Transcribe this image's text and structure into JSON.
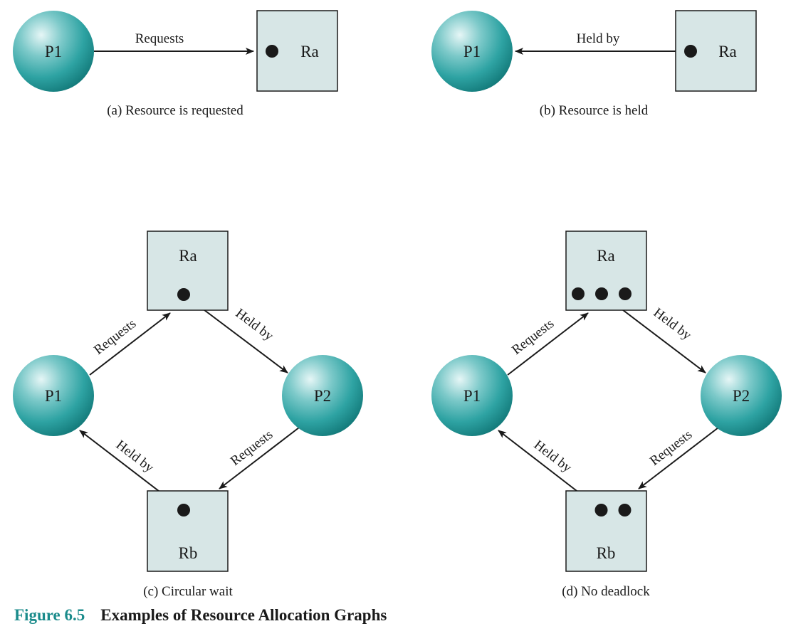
{
  "colors": {
    "process_fill": "#2ea3a3",
    "resource_fill": "#d7e6e6",
    "ink": "#1a1a1a",
    "caption_accent": "#1a8b8b"
  },
  "panels": {
    "a": {
      "caption": "(a) Resource is requested",
      "process": "P1",
      "resource": "Ra",
      "edge": "Requests"
    },
    "b": {
      "caption": "(b) Resource is held",
      "process": "P1",
      "resource": "Ra",
      "edge": "Held by"
    },
    "c": {
      "caption": "(c) Circular wait",
      "p1": "P1",
      "p2": "P2",
      "ra": "Ra",
      "rb": "Rb",
      "ra_instances": 1,
      "rb_instances": 1,
      "edge_p1_ra": "Requests",
      "edge_ra_p2": "Held by",
      "edge_p2_rb": "Requests",
      "edge_rb_p1": "Held by"
    },
    "d": {
      "caption": "(d) No deadlock",
      "p1": "P1",
      "p2": "P2",
      "ra": "Ra",
      "rb": "Rb",
      "ra_instances": 3,
      "rb_instances": 2,
      "edge_p1_ra": "Requests",
      "edge_ra_p2": "Held by",
      "edge_p2_rb": "Requests",
      "edge_rb_p1": "Held by"
    }
  },
  "figure": {
    "number": "Figure 6.5",
    "title": "Examples of Resource Allocation Graphs"
  }
}
